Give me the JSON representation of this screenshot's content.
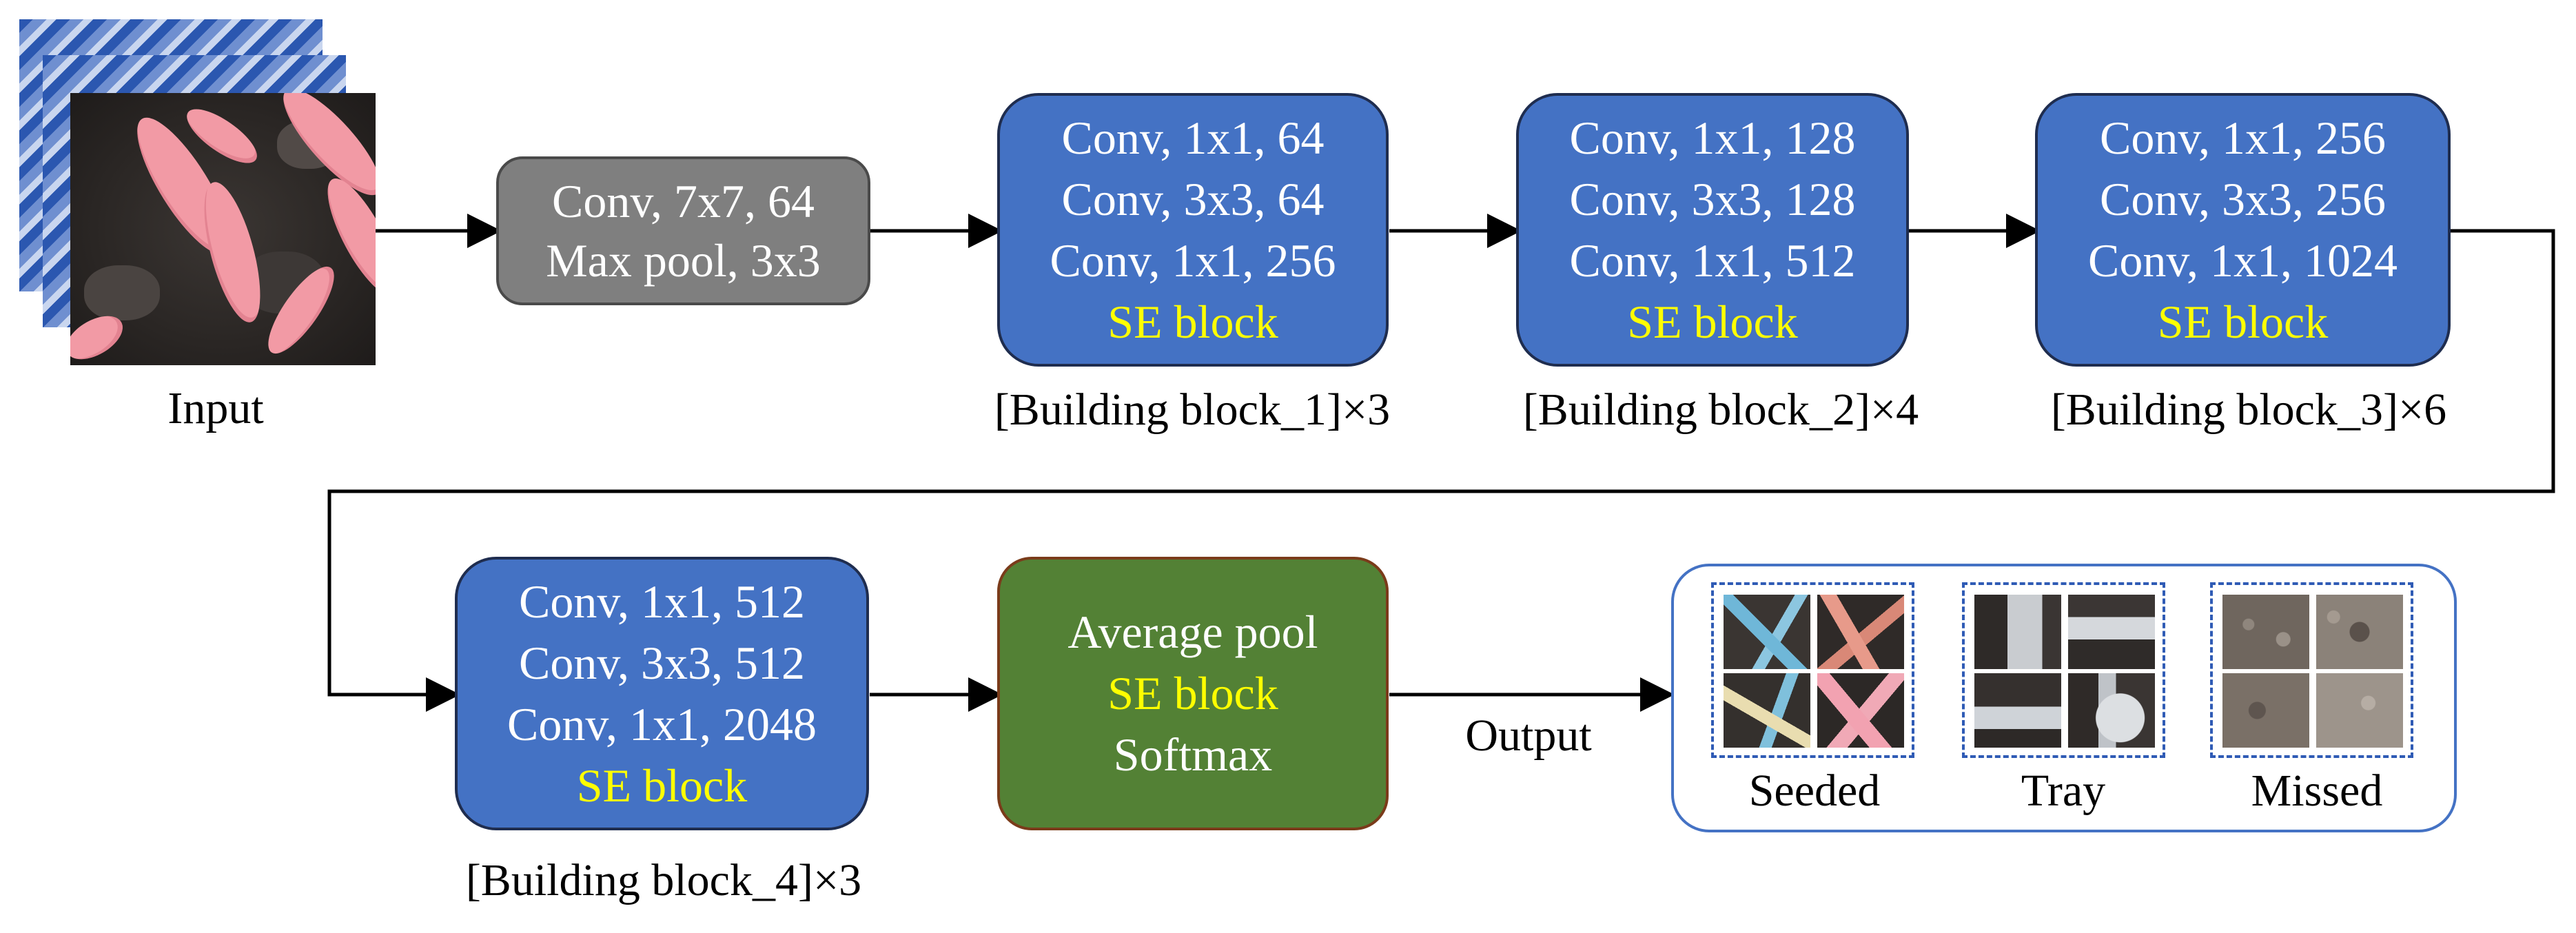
{
  "input": {
    "caption": "Input"
  },
  "stem": {
    "lines": [
      "Conv, 7x7, 64",
      "Max pool, 3x3"
    ]
  },
  "blocks": [
    {
      "lines": [
        "Conv, 1x1, 64",
        "Conv, 3x3, 64",
        "Conv, 1x1, 256"
      ],
      "se": "SE block",
      "caption": "[Building block_1]×3"
    },
    {
      "lines": [
        "Conv, 1x1, 128",
        "Conv, 3x3, 128",
        "Conv, 1x1, 512"
      ],
      "se": "SE block",
      "caption": "[Building block_2]×4"
    },
    {
      "lines": [
        "Conv, 1x1, 256",
        "Conv, 3x3, 256",
        "Conv, 1x1, 1024"
      ],
      "se": "SE block",
      "caption": "[Building block_3]×6"
    },
    {
      "lines": [
        "Conv, 1x1, 512",
        "Conv, 3x3, 512",
        "Conv, 1x1, 2048"
      ],
      "se": "SE block",
      "caption": "[Building block_4]×3"
    }
  ],
  "head": {
    "line1": "Average pool",
    "se": "SE block",
    "line3": "Softmax"
  },
  "output": {
    "label": "Output",
    "classes": [
      "Seeded",
      "Tray",
      "Missed"
    ]
  },
  "colors": {
    "block_fill": "#4472c4",
    "stem_fill": "#7f7f7f",
    "head_fill": "#538135",
    "se_text": "#ffff00",
    "arrow": "#000000"
  }
}
